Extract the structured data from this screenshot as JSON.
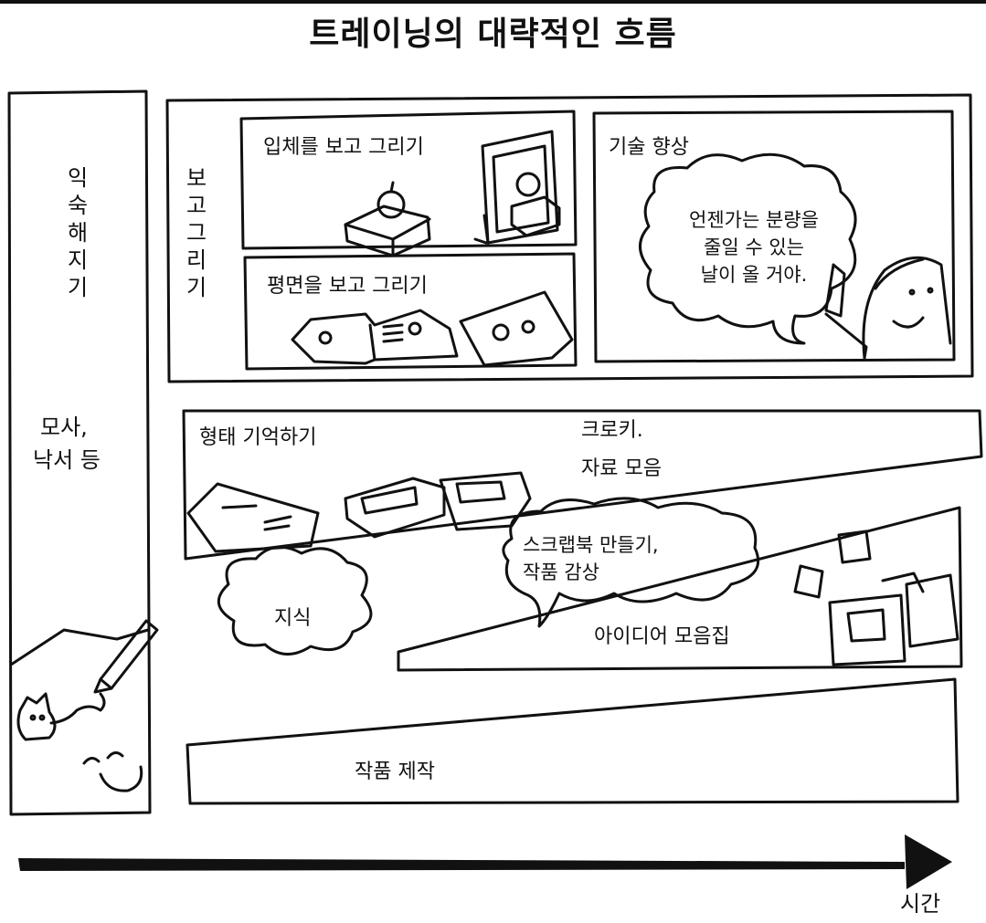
{
  "title": "트레이닝의 대략적인 흐름",
  "left_column": {
    "top_label": "익숙해지기",
    "bottom_label_line1": "모사,",
    "bottom_label_line2": "낙서 등"
  },
  "observation": {
    "side_label": "보고그리기",
    "solid": "입체를 보고 그리기",
    "flat": "평면을 보고 그리기",
    "skill": "기술 향상",
    "skill_bubble": "언젠가는 분량을\n줄일 수 있는\n날이 올 거야."
  },
  "memory_band": {
    "label": "형태 기억하기",
    "right_line1": "크로키.",
    "right_line2": "자료 모음"
  },
  "knowledge_cloud": "지식",
  "scrapbook_bubble": "스크랩북 만들기,\n작품 감상",
  "idea_band": "아이디어 모음집",
  "production_band": "작품 제작",
  "time_label": "시간"
}
